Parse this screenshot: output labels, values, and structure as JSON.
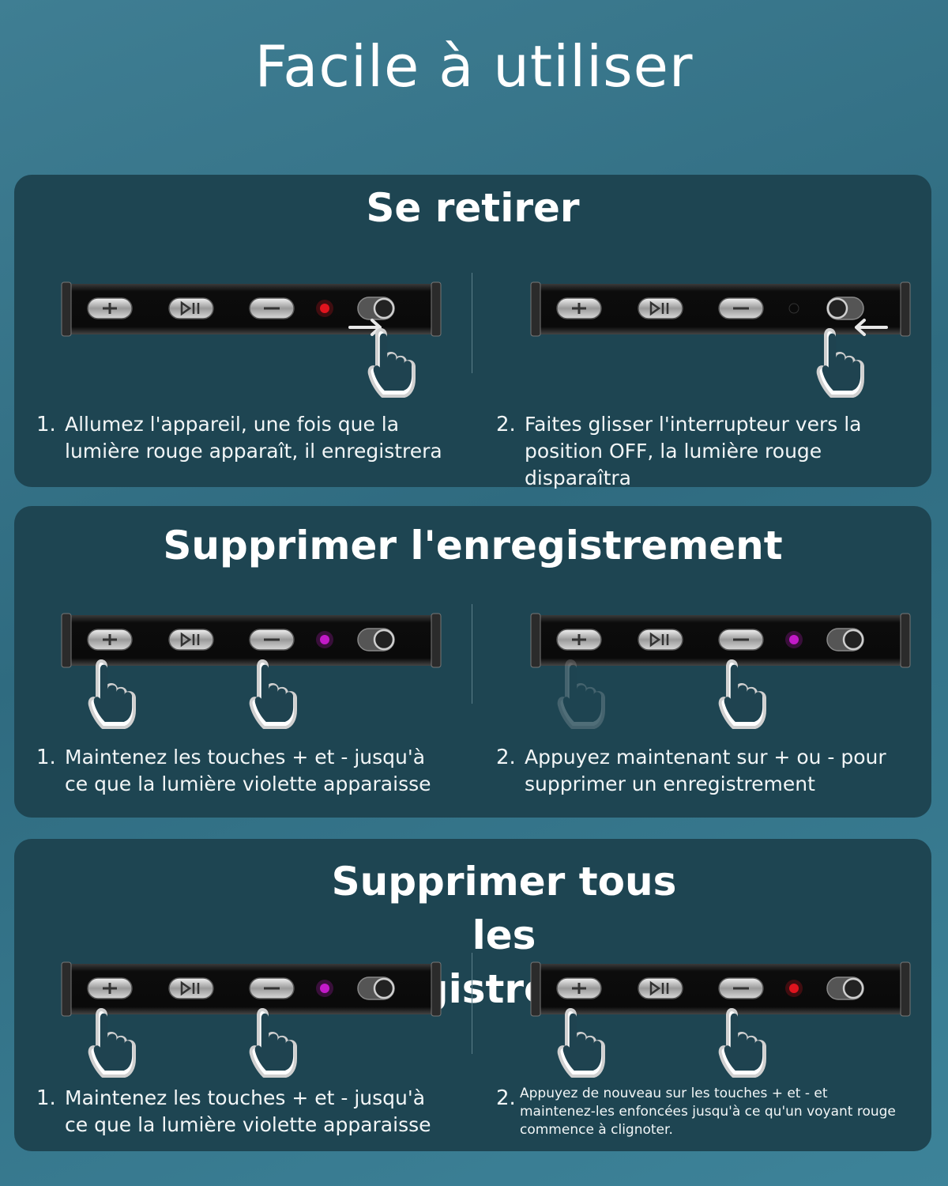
{
  "title": "Facile à utiliser",
  "sections": [
    {
      "title": "Se retirer",
      "steps": [
        {
          "num": "1.",
          "text": "Allumez l'appareil, une fois que la lumière rouge apparaît, il enregistrera",
          "led": "#e0141e",
          "arrow": "right",
          "hands": [
            "switch"
          ],
          "faded": []
        },
        {
          "num": "2.",
          "text": "Faites glisser l'interrupteur vers la position OFF, la lumière rouge disparaîtra",
          "led": "#0a0a0a",
          "arrow": "left",
          "hands": [
            "switch"
          ],
          "faded": []
        }
      ]
    },
    {
      "title": "Supprimer l'enregistrement",
      "steps": [
        {
          "num": "1.",
          "text": "Maintenez les touches + et - jusqu'à ce que la lumière violette apparaisse",
          "led": "#c21ac9",
          "arrow": "",
          "hands": [
            "plus",
            "minus"
          ],
          "faded": []
        },
        {
          "num": "2.",
          "text": "Appuyez maintenant sur + ou - pour supprimer un enregistrement",
          "led": "#c21ac9",
          "arrow": "",
          "hands": [
            "minus"
          ],
          "faded": [
            "plus"
          ]
        }
      ]
    },
    {
      "title": "Supprimer tous les enregistrements",
      "steps": [
        {
          "num": "1.",
          "text": "Maintenez les touches + et - jusqu'à ce que la lumière violette apparaisse",
          "led": "#c21ac9",
          "arrow": "",
          "hands": [
            "plus",
            "minus"
          ],
          "faded": []
        },
        {
          "num": "2.",
          "text": "Appuyez de nouveau sur les touches + et - et maintenez-les enfoncées jusqu'à ce qu'un voyant rouge commence à clignoter.",
          "led": "#e0141e",
          "arrow": "",
          "hands": [
            "plus",
            "minus"
          ],
          "faded": []
        }
      ]
    }
  ]
}
